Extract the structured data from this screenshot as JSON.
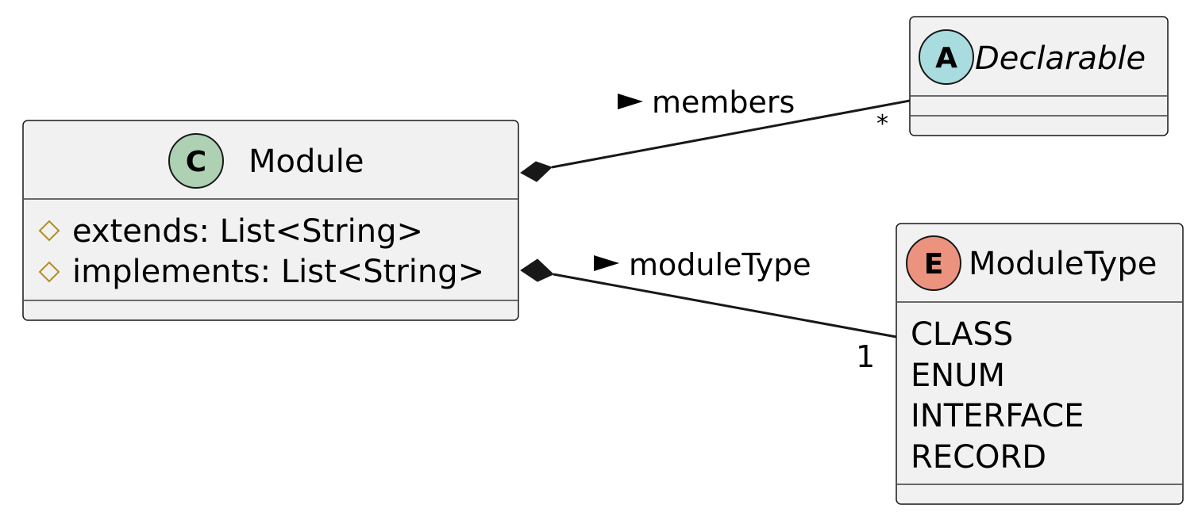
{
  "classes": {
    "module": {
      "badge": "C",
      "badge_color": "#add1b2",
      "name": "Module",
      "attributes": [
        {
          "visibility_marker": "diamond-outline-icon",
          "text": "extends: List<String>"
        },
        {
          "visibility_marker": "diamond-outline-icon",
          "text": "implements: List<String>"
        }
      ]
    },
    "declarable": {
      "badge": "A",
      "badge_color": "#a9dcdf",
      "name": "Declarable",
      "abstract": true
    },
    "module_type": {
      "badge": "E",
      "badge_color": "#eb937f",
      "name": "ModuleType",
      "constants": [
        "CLASS",
        "ENUM",
        "INTERFACE",
        "RECORD"
      ]
    }
  },
  "relations": {
    "members": {
      "kind": "composition",
      "from": "Module",
      "to": "Declarable",
      "label": "members",
      "direction_icon": "triangle-right-icon",
      "multiplicity": "*"
    },
    "module_type": {
      "kind": "composition",
      "from": "Module",
      "to": "ModuleType",
      "label": "moduleType",
      "direction_icon": "triangle-right-icon",
      "multiplicity": "1"
    }
  },
  "colors": {
    "box_fill": "#f1f1f1",
    "stroke": "#181818",
    "attribute_marker": "#b38d22"
  }
}
